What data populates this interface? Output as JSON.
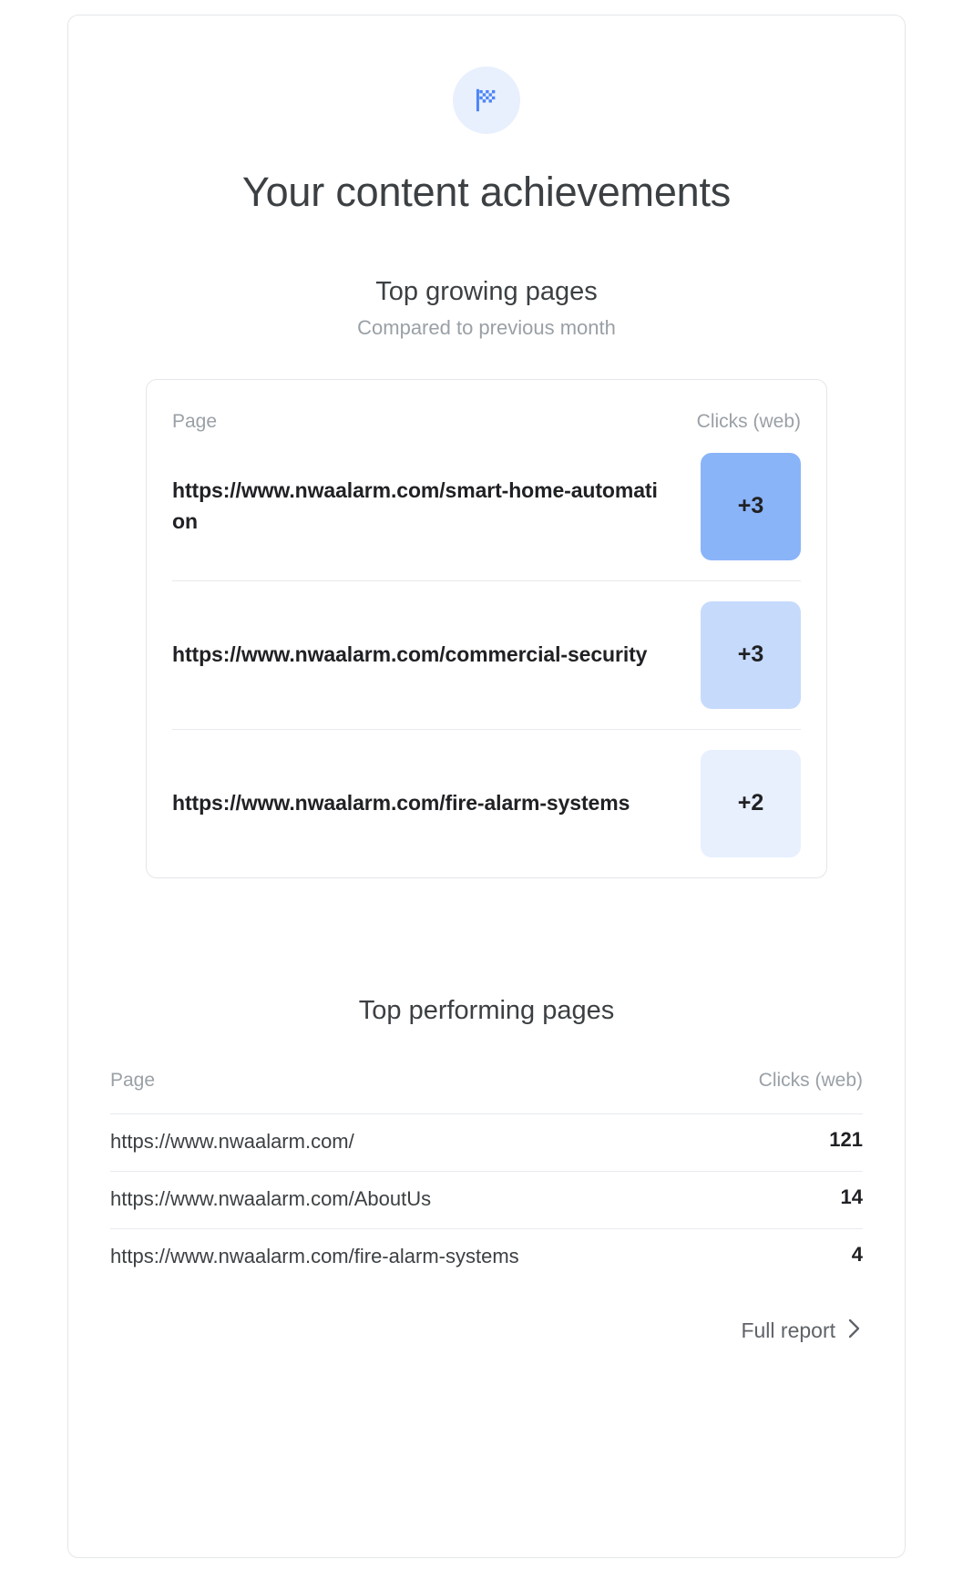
{
  "hero": {
    "icon": "checkered-flag-icon",
    "icon_color": "#4d85f5",
    "icon_bg": "#e8f0fe",
    "title": "Your content achievements"
  },
  "growing": {
    "title": "Top growing pages",
    "subtitle": "Compared to previous month",
    "columns": {
      "page": "Page",
      "clicks": "Clicks (web)"
    },
    "rows": [
      {
        "url": "https://www.nwaalarm.com/smart-home-automation",
        "delta": "+3",
        "color": "#8ab4f8"
      },
      {
        "url": "https://www.nwaalarm.com/commercial-security",
        "delta": "+3",
        "color": "#c6dafc"
      },
      {
        "url": "https://www.nwaalarm.com/fire-alarm-systems",
        "delta": "+2",
        "color": "#e8f0fe"
      }
    ]
  },
  "performing": {
    "title": "Top performing pages",
    "columns": {
      "page": "Page",
      "clicks": "Clicks (web)"
    },
    "rows": [
      {
        "url": "https://www.nwaalarm.com/",
        "clicks": "121"
      },
      {
        "url": "https://www.nwaalarm.com/AboutUs",
        "clicks": "14"
      },
      {
        "url": "https://www.nwaalarm.com/fire-alarm-systems",
        "clicks": "4"
      }
    ],
    "full_report_label": "Full report"
  },
  "chart_data": {
    "type": "bar",
    "title": "Top growing pages",
    "subtitle": "Compared to previous month",
    "xlabel": "Page",
    "ylabel": "Clicks (web)",
    "categories": [
      "https://www.nwaalarm.com/smart-home-automation",
      "https://www.nwaalarm.com/commercial-security",
      "https://www.nwaalarm.com/fire-alarm-systems"
    ],
    "values": [
      3,
      3,
      2
    ],
    "value_labels": [
      "+3",
      "+3",
      "+2"
    ],
    "ylim": [
      0,
      3
    ],
    "grid": false,
    "legend": "none"
  }
}
